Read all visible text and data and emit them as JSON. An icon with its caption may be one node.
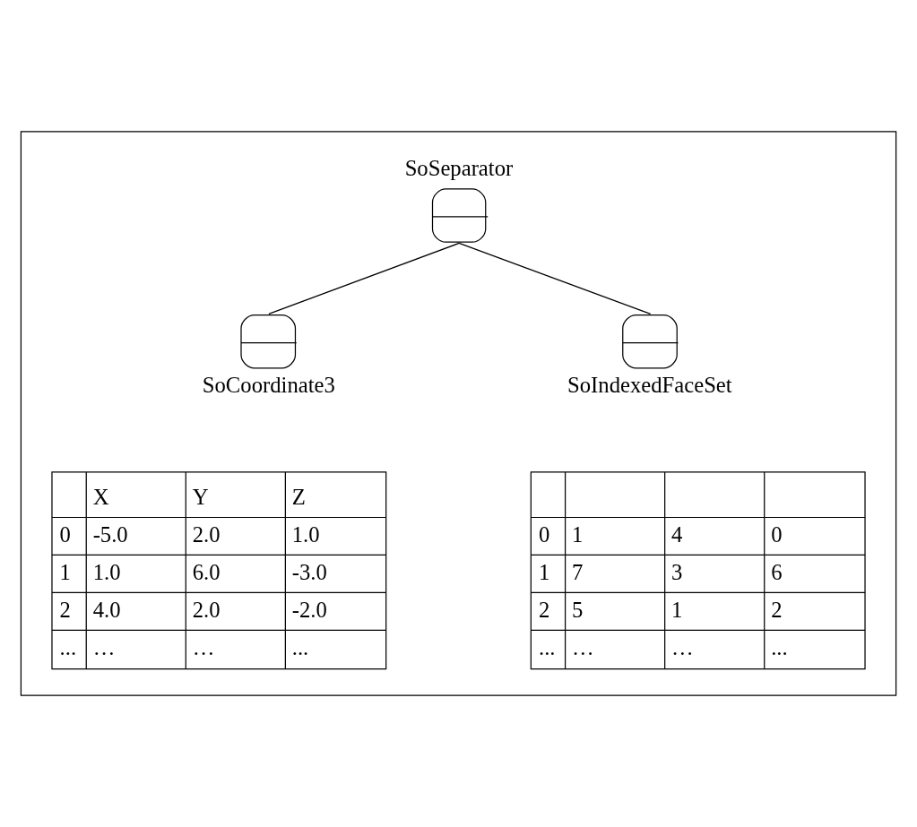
{
  "diagram": {
    "nodes": [
      {
        "text": [],
        "shape": "box"
      },
      {
        "text": [
          "SoSeparator"
        ],
        "in": 0
      },
      {
        "text": [
          "SoCoordinate3"
        ],
        "in": 0
      },
      {
        "text": [
          "SoIndexedFaceSet"
        ],
        "in": 0
      }
    ],
    "edges": [
      {
        "from": 1,
        "to": 2,
        "arrow": "none"
      },
      {
        "from": 1,
        "to": 3,
        "arrow": "none"
      }
    ],
    "labels": [
      "X",
      "Y",
      "Z",
      "0",
      "-5.0",
      "2.0",
      "1.0",
      "0",
      "1",
      "4",
      "0",
      "1",
      "1.0",
      "6.0",
      "-3.0",
      "1",
      "7",
      "3",
      "6",
      "2",
      "4.0",
      "2.0",
      "-2.0",
      "2",
      "5",
      "1",
      "2",
      "...",
      "…",
      "…",
      "...",
      "...",
      "…",
      "…",
      "..."
    ]
  }
}
